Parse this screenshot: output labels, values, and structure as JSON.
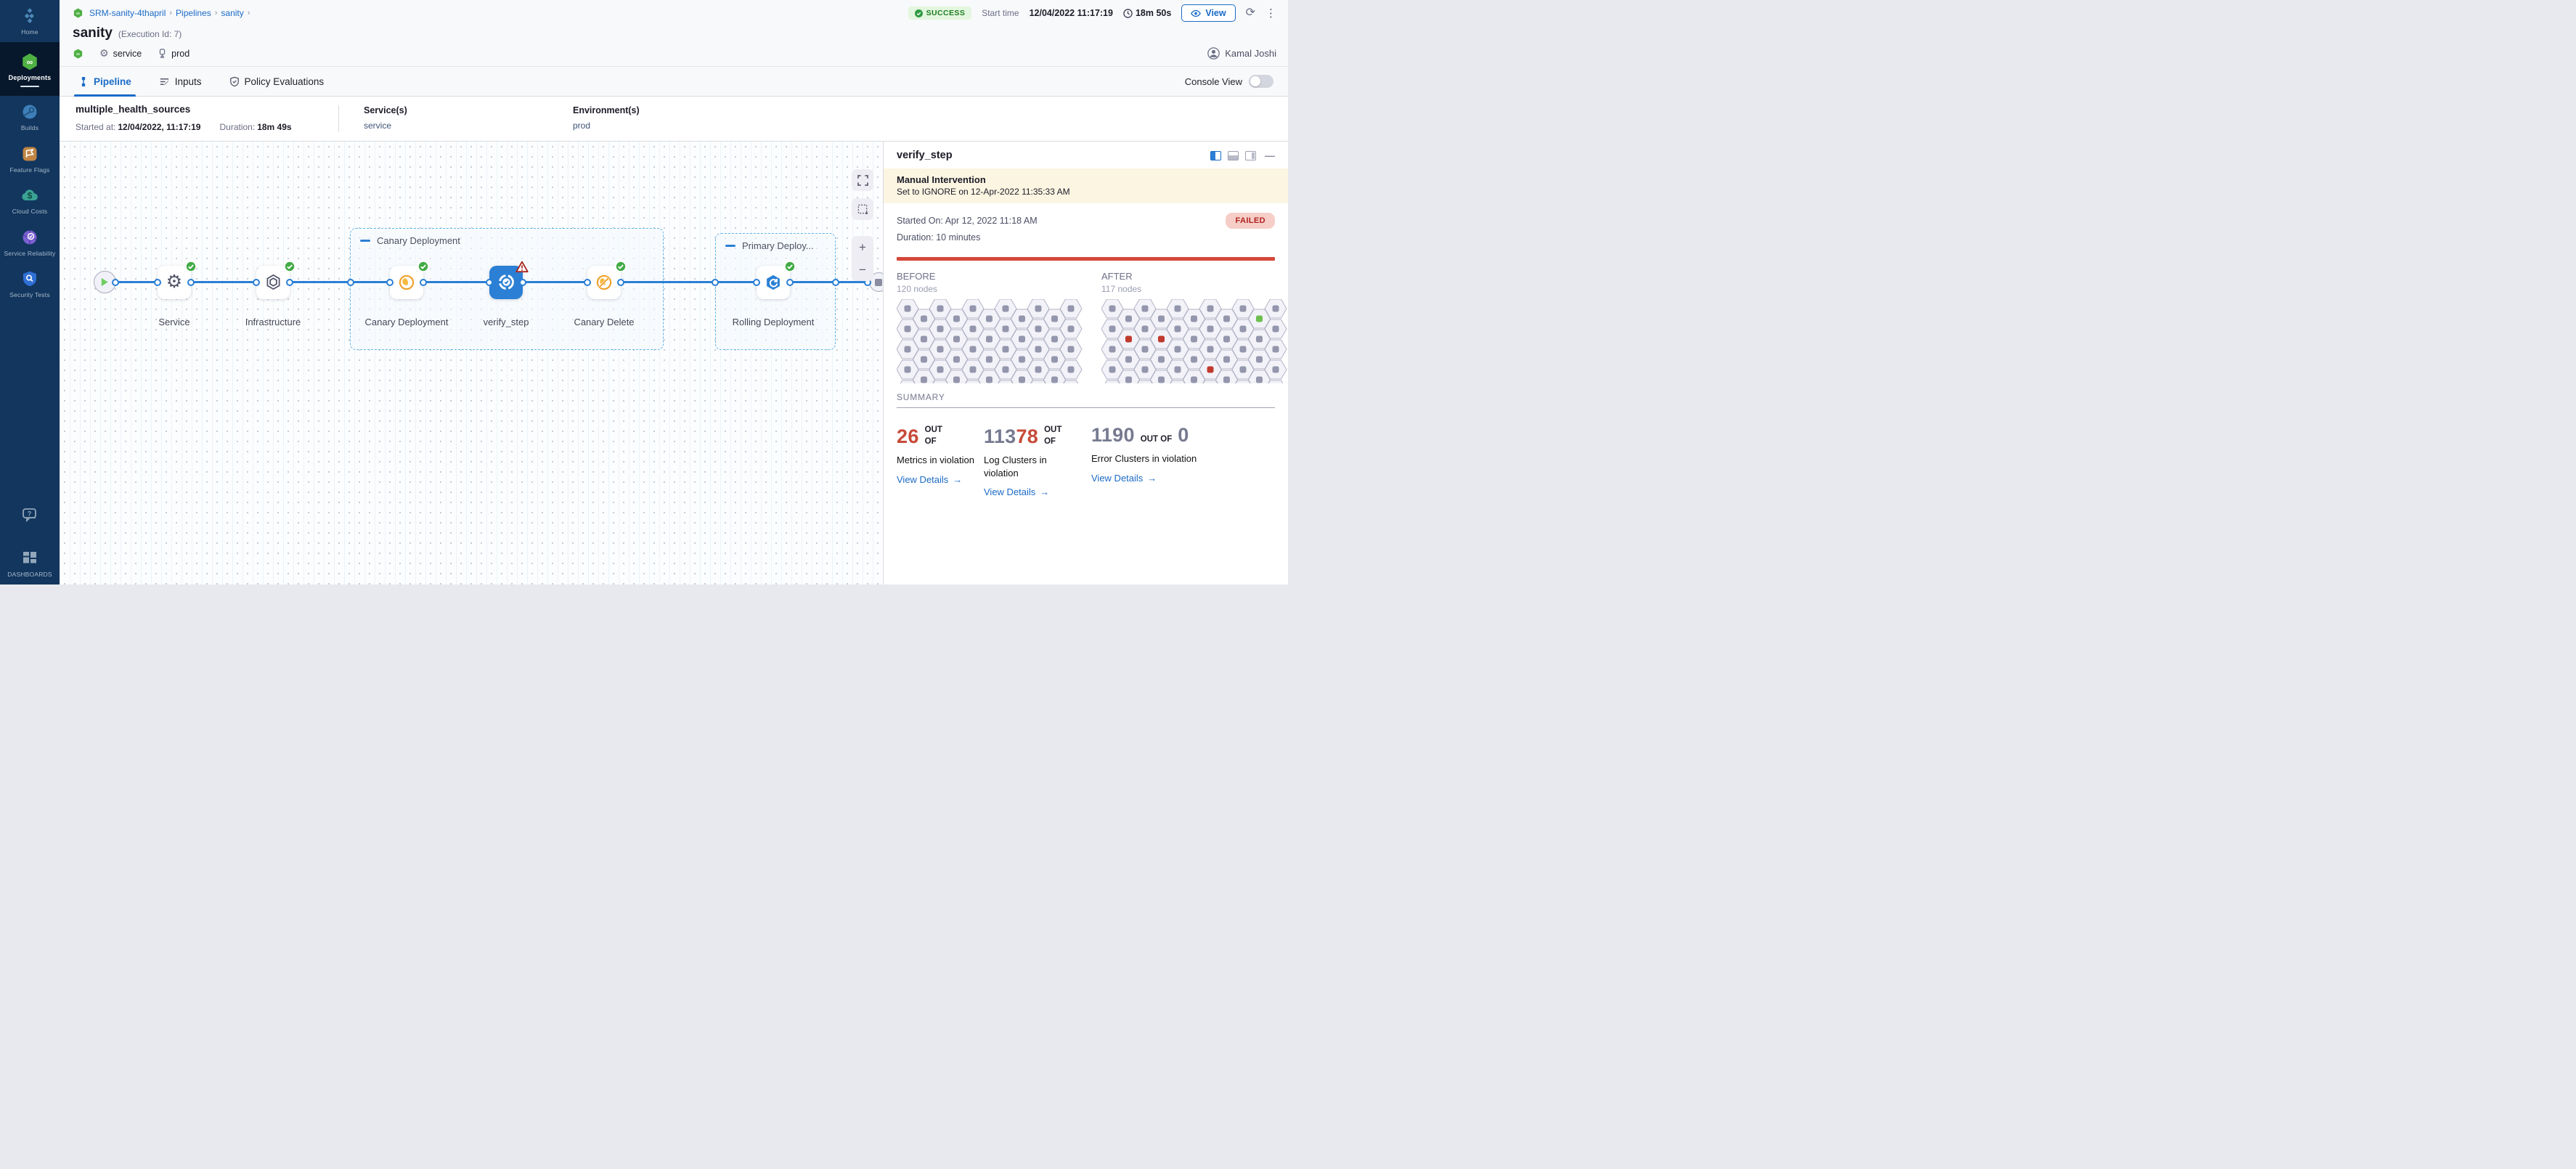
{
  "sidebar": {
    "items": [
      {
        "id": "home",
        "label": "Home",
        "icon": "home-icon",
        "active": false
      },
      {
        "id": "deployments",
        "label": "Deployments",
        "icon": "deployments-icon",
        "active": true
      },
      {
        "id": "builds",
        "label": "Builds",
        "icon": "builds-icon",
        "active": false
      },
      {
        "id": "feature-flags",
        "label": "Feature Flags",
        "icon": "feature-flags-icon",
        "active": false
      },
      {
        "id": "cloud-costs",
        "label": "Cloud Costs",
        "icon": "cloud-costs-icon",
        "active": false
      },
      {
        "id": "service-reliability",
        "label": "Service Reliability",
        "icon": "service-reliability-icon",
        "active": false
      },
      {
        "id": "security-tests",
        "label": "Security Tests",
        "icon": "security-tests-icon",
        "active": false
      },
      {
        "id": "help",
        "label": "",
        "icon": "help-icon",
        "active": false
      },
      {
        "id": "dashboards",
        "label": "DASHBOARDS",
        "icon": "dashboards-icon",
        "active": false
      }
    ]
  },
  "breadcrumb": {
    "items": [
      "SRM-sanity-4thapril",
      "Pipelines",
      "sanity"
    ]
  },
  "run_header": {
    "status": "SUCCESS",
    "start_time_label": "Start time",
    "start_time": "12/04/2022 11:17:19",
    "duration": "18m 50s",
    "view_button": "View",
    "title": "sanity",
    "execution_id": "(Execution Id: 7)",
    "service_tag": "service",
    "environment_tag": "prod",
    "user": "Kamal Joshi"
  },
  "tabs": {
    "items": [
      {
        "label": "Pipeline",
        "icon": "pipeline-icon",
        "active": true
      },
      {
        "label": "Inputs",
        "icon": "inputs-icon",
        "active": false
      },
      {
        "label": "Policy Evaluations",
        "icon": "policy-icon",
        "active": false
      }
    ],
    "console_view": "Console View"
  },
  "run_info": {
    "name": "multiple_health_sources",
    "started_label": "Started at:",
    "started": "12/04/2022, 11:17:19",
    "duration_label": "Duration:",
    "duration": "18m 49s",
    "services_label": "Service(s)",
    "services": "service",
    "environments_label": "Environment(s)",
    "environments": "prod"
  },
  "pipeline": {
    "groups": [
      {
        "label": "Canary Deployment"
      },
      {
        "label": "Primary Deploy..."
      }
    ],
    "nodes": [
      {
        "id": "start",
        "label": "",
        "status": "none"
      },
      {
        "id": "service",
        "label": "Service",
        "status": "success"
      },
      {
        "id": "infrastructure",
        "label": "Infrastructure",
        "status": "success"
      },
      {
        "id": "canary-deployment",
        "label": "Canary Deployment",
        "status": "success"
      },
      {
        "id": "verify-step",
        "label": "verify_step",
        "status": "warning",
        "selected": true
      },
      {
        "id": "canary-delete",
        "label": "Canary Delete",
        "status": "success"
      },
      {
        "id": "rolling-deployment",
        "label": "Rolling Deployment",
        "status": "success"
      },
      {
        "id": "end",
        "label": "",
        "status": "none"
      }
    ]
  },
  "panel": {
    "title": "verify_step",
    "banner_title": "Manual Intervention",
    "banner_subtitle": "Set to IGNORE on 12-Apr-2022 11:35:33 AM",
    "started_on": "Started On: Apr 12, 2022 11:18 AM",
    "duration": "Duration: 10 minutes",
    "status_badge": "FAILED",
    "before_label": "BEFORE",
    "before_sub": "120 nodes",
    "after_label": "AFTER",
    "after_sub": "117 nodes",
    "summary_label": "SUMMARY",
    "view_details": "View Details",
    "summary": [
      {
        "number_parts": [
          {
            "text": "26",
            "color": "#c74a38"
          }
        ],
        "out_of": "OUT OF",
        "suffix": "",
        "label": "Metrics in violation",
        "link": "View Details"
      },
      {
        "number_parts": [
          {
            "text": "113",
            "color": "#767a90"
          },
          {
            "text": "78",
            "color": "#c74a38"
          }
        ],
        "out_of": "OUT OF",
        "suffix": "",
        "label": "Log Clusters in violation",
        "link": "View Details"
      },
      {
        "number_parts": [
          {
            "text": "1190",
            "color": "#767a90"
          }
        ],
        "out_of": "OUT OF",
        "suffix": "0",
        "label": "Error Clusters in violation",
        "link": "View Details"
      }
    ]
  },
  "hex_grid": {
    "cols": 11,
    "rows": 5,
    "normal_fill": "#9496ad",
    "after_specials": [
      {
        "c": 1,
        "r": 1,
        "color": "#c0392d"
      },
      {
        "c": 3,
        "r": 1,
        "color": "#c0392d"
      },
      {
        "c": 6,
        "r": 3,
        "color": "#c0392d"
      },
      {
        "c": 9,
        "r": 0,
        "color": "#6cbf4f"
      }
    ]
  },
  "colors": {
    "accent_blue": "#1a6bc7",
    "success_green": "#42ab45",
    "failed_red": "#b0231e",
    "canary_orange": "#f0a12c"
  }
}
